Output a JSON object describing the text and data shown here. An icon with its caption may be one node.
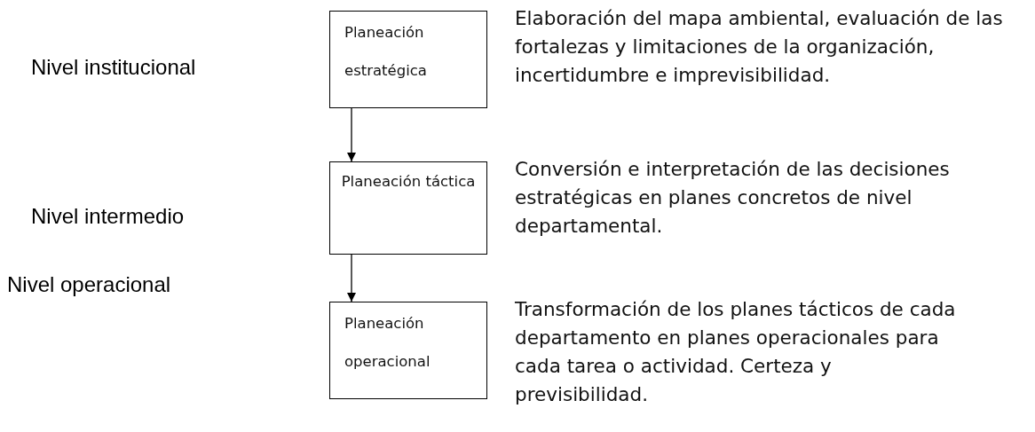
{
  "diagram": {
    "nodes": [
      {
        "text": [
          "Planeación estratégica"
        ],
        "beside": [
          "Elaboración del mapa ambiental, evaluación de las fortalezas y limitaciones de la organización, incertidumbre e imprevisibilidad."
        ]
      },
      {
        "text": [
          "Planeación táctica"
        ],
        "beside": [
          "Conversión e interpretación de las decisiones estratégicas en planes concretos de nivel departamental."
        ]
      },
      {
        "text": [
          "Planeación operacional"
        ],
        "beside": [
          "Transformación de los planes tácticos de cada departamento en planes operacionales para cada tarea o actividad. Certeza y previsibilidad."
        ]
      }
    ],
    "edges": [
      {
        "from": 0,
        "to": 1,
        "arrow": "to"
      },
      {
        "from": 1,
        "to": 2,
        "arrow": "to"
      }
    ],
    "labels": [
      "Nivel institucional",
      "Nivel intermedio",
      "Nivel operacional"
    ]
  }
}
